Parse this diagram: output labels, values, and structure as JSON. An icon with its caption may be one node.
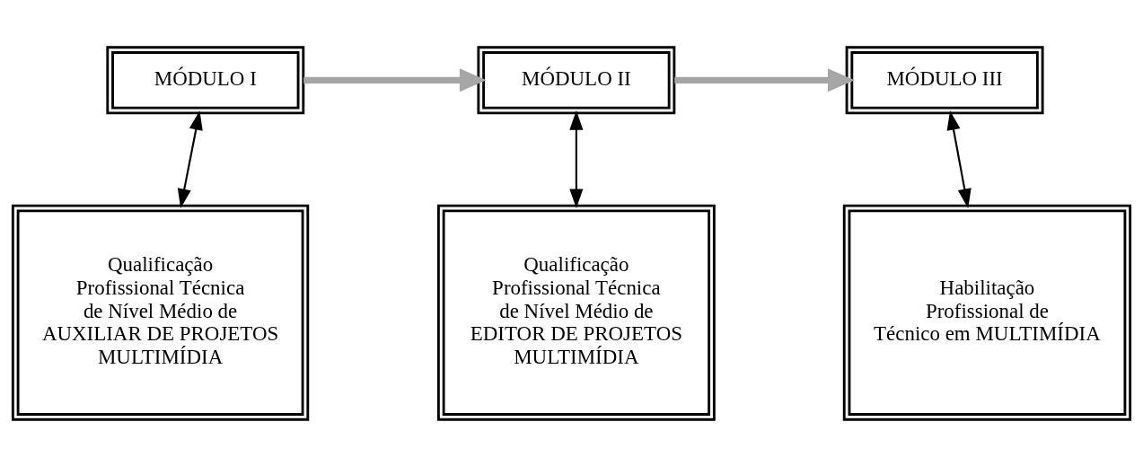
{
  "diagram": {
    "nodes": [
      {
        "text": [
          "MÓDULO I"
        ]
      },
      {
        "text": [
          "MÓDULO II"
        ]
      },
      {
        "text": [
          "MÓDULO III"
        ]
      },
      {
        "text": [
          "Qualificação Profissional Técnica de Nível Médio de AUXILIAR DE PROJETOS MULTIMÍDIA"
        ]
      },
      {
        "text": [
          "Qualificação Profissional Técnica de Nível Médio de EDITOR DE PROJETOS MULTIMÍDIA"
        ]
      },
      {
        "text": [
          "Habilitação Profissional de Técnico em MULTIMÍDIA"
        ]
      }
    ],
    "edges": [
      {
        "from": 0,
        "to": 1,
        "arrow": "to",
        "style": "thick",
        "color": "#a6a6a6"
      },
      {
        "from": 1,
        "to": 2,
        "arrow": "to",
        "style": "thick",
        "color": "#a6a6a6"
      },
      {
        "from": 0,
        "to": 3,
        "arrow": "both"
      },
      {
        "from": 1,
        "to": 4,
        "arrow": "both"
      },
      {
        "from": 2,
        "to": 5,
        "arrow": "both"
      }
    ]
  }
}
